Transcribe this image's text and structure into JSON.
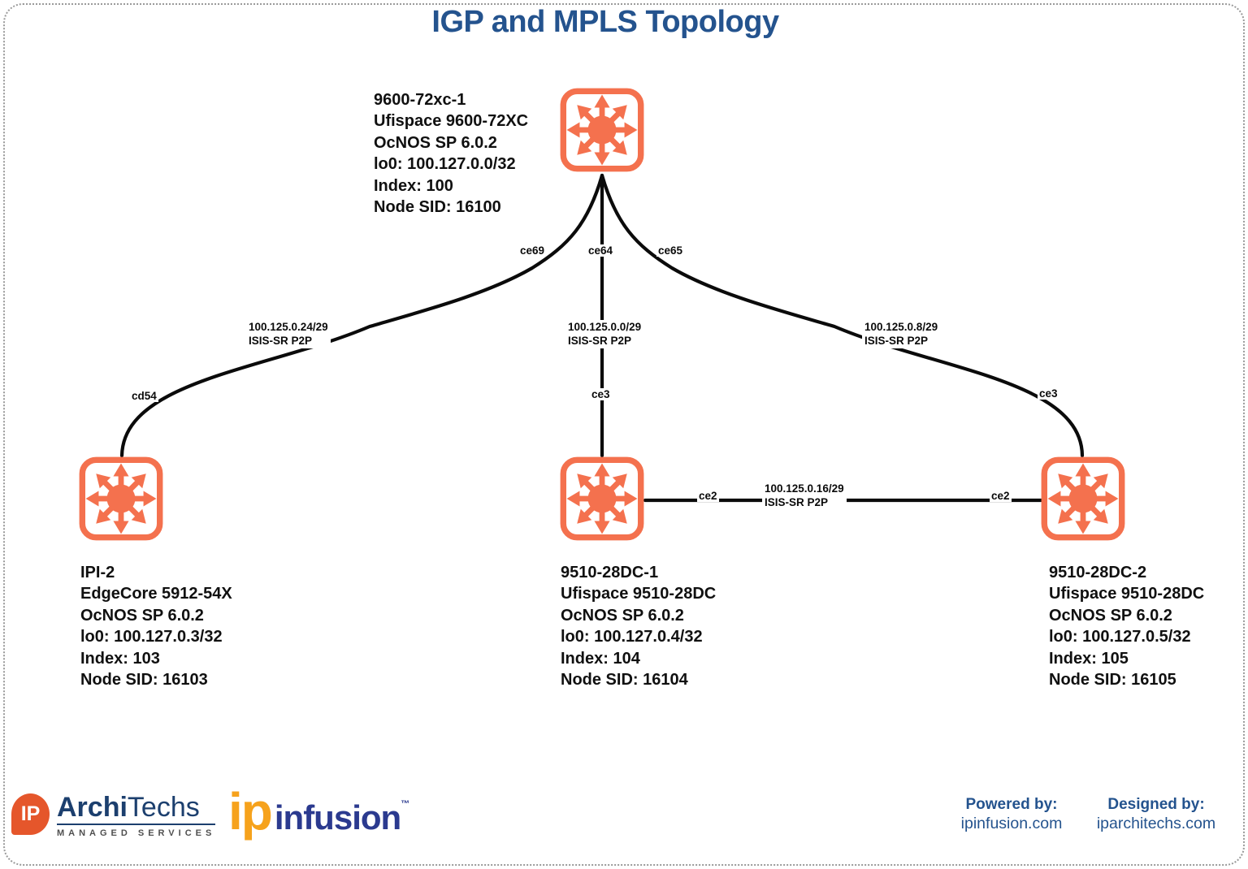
{
  "title": "IGP and MPLS Topology",
  "colors": {
    "router_orange": "#f4714e",
    "title_blue": "#24538e",
    "line_black": "#0b0b0b",
    "architechs_badge_orange": "#e5562b",
    "architechs_navy": "#1c3f6e",
    "tagline_gray": "#4f4f4f",
    "ipinfusion_orange": "#f6a21c",
    "ipinfusion_navy": "#2b3a8f"
  },
  "nodes": [
    {
      "id": "9600-72xc-1",
      "lines": [
        "9600-72xc-1",
        "Ufispace 9600-72XC",
        "OcNOS SP 6.0.2",
        "lo0: 100.127.0.0/32",
        "Index: 100",
        "Node SID: 16100"
      ]
    },
    {
      "id": "IPI-2",
      "lines": [
        "IPI-2",
        "EdgeCore 5912-54X",
        "OcNOS SP 6.0.2",
        "lo0: 100.127.0.3/32",
        "Index: 103",
        "Node SID: 16103"
      ]
    },
    {
      "id": "9510-28DC-1",
      "lines": [
        "9510-28DC-1",
        "Ufispace 9510-28DC",
        "OcNOS SP 6.0.2",
        "lo0: 100.127.0.4/32",
        "Index: 104",
        "Node SID: 16104"
      ]
    },
    {
      "id": "9510-28DC-2",
      "lines": [
        "9510-28DC-2",
        "Ufispace 9510-28DC",
        "OcNOS SP 6.0.2",
        "lo0: 100.127.0.5/32",
        "Index: 105",
        "Node SID: 16105"
      ]
    }
  ],
  "links": [
    {
      "from": "9600-72xc-1",
      "to": "IPI-2",
      "from_if": "ce69",
      "to_if": "cd54",
      "subnet": "100.125.0.24/29",
      "protocol": "ISIS-SR P2P"
    },
    {
      "from": "9600-72xc-1",
      "to": "9510-28DC-1",
      "from_if": "ce64",
      "to_if": "ce3",
      "subnet": "100.125.0.0/29",
      "protocol": "ISIS-SR P2P"
    },
    {
      "from": "9600-72xc-1",
      "to": "9510-28DC-2",
      "from_if": "ce65",
      "to_if": "ce3",
      "subnet": "100.125.0.8/29",
      "protocol": "ISIS-SR P2P"
    },
    {
      "from": "9510-28DC-1",
      "to": "9510-28DC-2",
      "from_if": "ce2",
      "to_if": "ce2",
      "subnet": "100.125.0.16/29",
      "protocol": "ISIS-SR P2P"
    }
  ],
  "footer": {
    "architechs": {
      "badge": "IP",
      "brand_bold": "Archi",
      "brand_light": "Techs",
      "tagline": "MANAGED SERVICES"
    },
    "ipinfusion": {
      "word_orange": "ip",
      "word_navy": "infusion",
      "tm": "™"
    },
    "powered_by": {
      "label": "Powered by:",
      "value": "ipinfusion.com"
    },
    "designed_by": {
      "label": "Designed by:",
      "value": "iparchitechs.com"
    }
  }
}
